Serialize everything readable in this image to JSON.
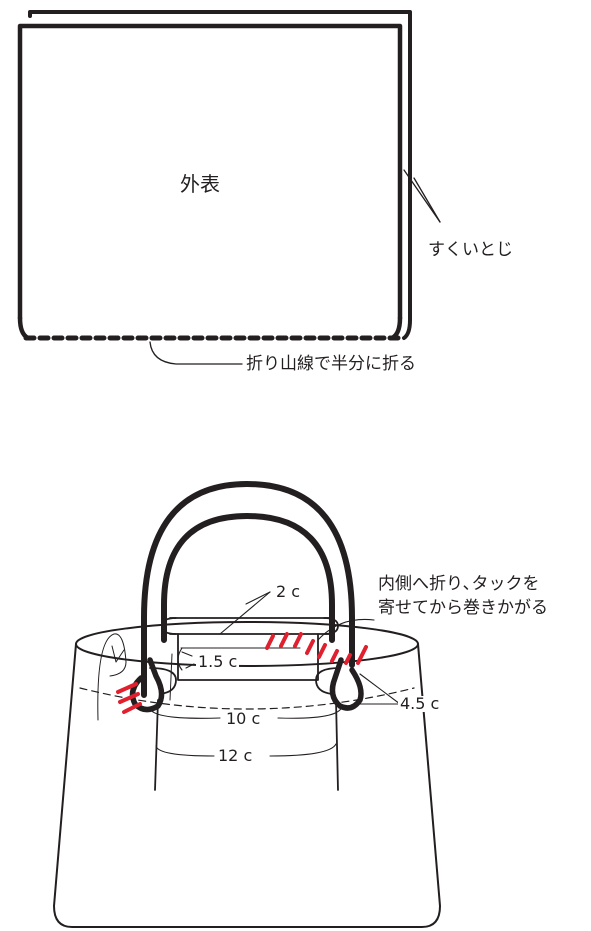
{
  "figure_top": {
    "panel_label": "外表",
    "callout_slipstitch": "すくいとじ",
    "callout_fold": "折り山線で半分に折る"
  },
  "figure_bottom": {
    "instruction_line1": "内側へ折り､タックを",
    "instruction_line2": "寄せてから巻きかがる",
    "dimensions": {
      "d_2c": "2 c",
      "d_1_5c": "1.5 c",
      "d_10c": "10 c",
      "d_12c": "12 c",
      "d_4_5c": "4.5 c"
    }
  },
  "colors": {
    "ink": "#231f20",
    "stitch_red": "#e0202e",
    "background": "#ffffff"
  }
}
